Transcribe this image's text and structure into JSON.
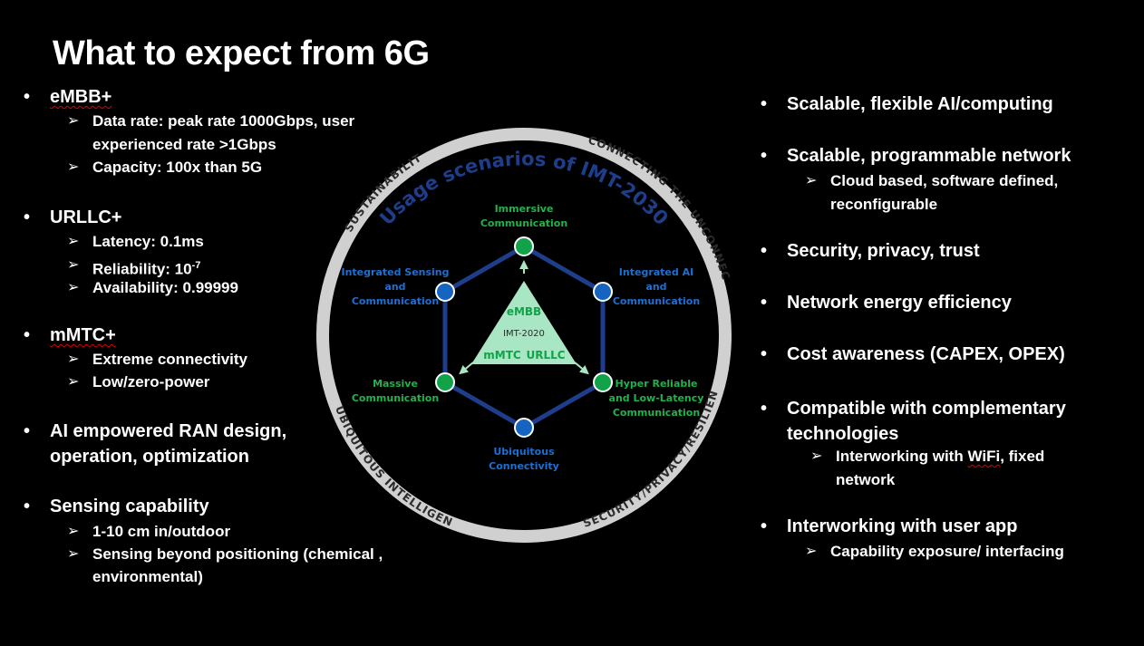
{
  "title": "What to expect from 6G",
  "left": {
    "embb": {
      "label": "eMBB+",
      "items": [
        "Data rate: peak rate 1000Gbps, user",
        "experienced rate >1Gbps",
        "Capacity: 100x than 5G"
      ]
    },
    "urllc": {
      "label": "URLLC+",
      "items": [
        "Latency: 0.1ms",
        "Reliability: 10",
        "-7",
        "Availability: 0.99999"
      ]
    },
    "mmtc": {
      "label": "mMTC+",
      "items": [
        "Extreme connectivity",
        "Low/zero-power"
      ]
    },
    "ai": {
      "line1": "AI empowered RAN design,",
      "line2": "operation, optimization"
    },
    "sensing": {
      "label": "Sensing capability",
      "items": [
        "1-10 cm in/outdoor",
        "Sensing beyond positioning (chemical ,",
        "environmental)"
      ]
    }
  },
  "right": {
    "ai_computing": "Scalable, flexible AI/computing",
    "network": {
      "label": "Scalable, programmable network",
      "items": [
        "Cloud based, software defined,",
        "reconfigurable"
      ]
    },
    "security": "Security, privacy, trust",
    "energy": "Network energy efficiency",
    "cost": "Cost awareness (CAPEX, OPEX)",
    "compatible": {
      "line1": "Compatible with complementary",
      "line2": "technologies",
      "item_a": "Interworking with ",
      "item_wifi": "WiFi",
      "item_b": ", fixed",
      "item_line2": "network"
    },
    "userapp": {
      "label": "Interworking with user app",
      "items": [
        "Capability exposure/ interfacing"
      ]
    }
  },
  "diagram": {
    "arc_title": "Usage scenarios of IMT-2030",
    "ring_labels": [
      "SUSTAINABILITY",
      "CONNECTING THE UNCONNECTED",
      "UBIQUITOUS INTELLIGENCE",
      "SECURITY/PRIVACY/RESILIENCE"
    ],
    "nodes": {
      "immersive": [
        "Immersive",
        "Communication"
      ],
      "sensing": [
        "Integrated Sensing",
        "and",
        "Communication"
      ],
      "ai": [
        "Integrated AI",
        "and",
        "Communication"
      ],
      "massive": [
        "Massive",
        "Communication"
      ],
      "hrllc": [
        "Hyper Reliable",
        "and Low-Latency",
        "Communication"
      ],
      "ubiquitous": [
        "Ubiquitous",
        "Connectivity"
      ]
    },
    "triangle": {
      "top": "eMBB",
      "center": "IMT-2020",
      "left": "mMTC",
      "right": "URLLC"
    },
    "colors": {
      "ring": "#d0d0d0",
      "hexagon": "#1e3d8a",
      "green_node": "#12a34a",
      "blue_node": "#1565c0",
      "green_text": "#22b14c",
      "blue_text": "#1e6fd0",
      "triangle": "#a8e6c4",
      "arc_title": "#1e3d8a"
    }
  },
  "bullet_glyph": "•",
  "arrow_glyph": "➢"
}
